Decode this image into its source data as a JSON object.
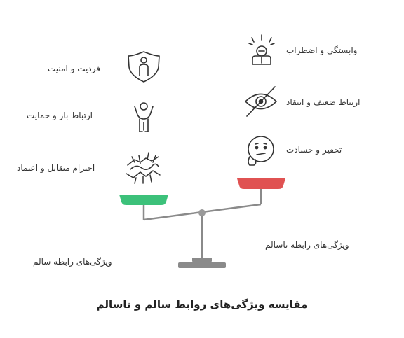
{
  "title": "مقایسه ویژگی‌های روابط سالم و ناسالم",
  "healthy": {
    "heading": "ویژگی‌های رابطه سالم",
    "color": "#3cc17a",
    "items": [
      {
        "label": "فردیت و امنیت",
        "icon": "shield-person-icon"
      },
      {
        "label": "ارتباط باز و حمایت",
        "icon": "open-arms-person-icon"
      },
      {
        "label": "احترام متقابل و اعتماد",
        "icon": "handshake-icon"
      }
    ]
  },
  "unhealthy": {
    "heading": "ویژگی‌های رابطه ناسالم",
    "color": "#e05252",
    "items": [
      {
        "label": "وابستگی و اضطراب",
        "icon": "anxious-person-icon"
      },
      {
        "label": "ارتباط ضعیف و انتقاد",
        "icon": "crossed-eye-icon"
      },
      {
        "label": "تحقیر و حسادت",
        "icon": "thinking-face-icon"
      }
    ]
  }
}
